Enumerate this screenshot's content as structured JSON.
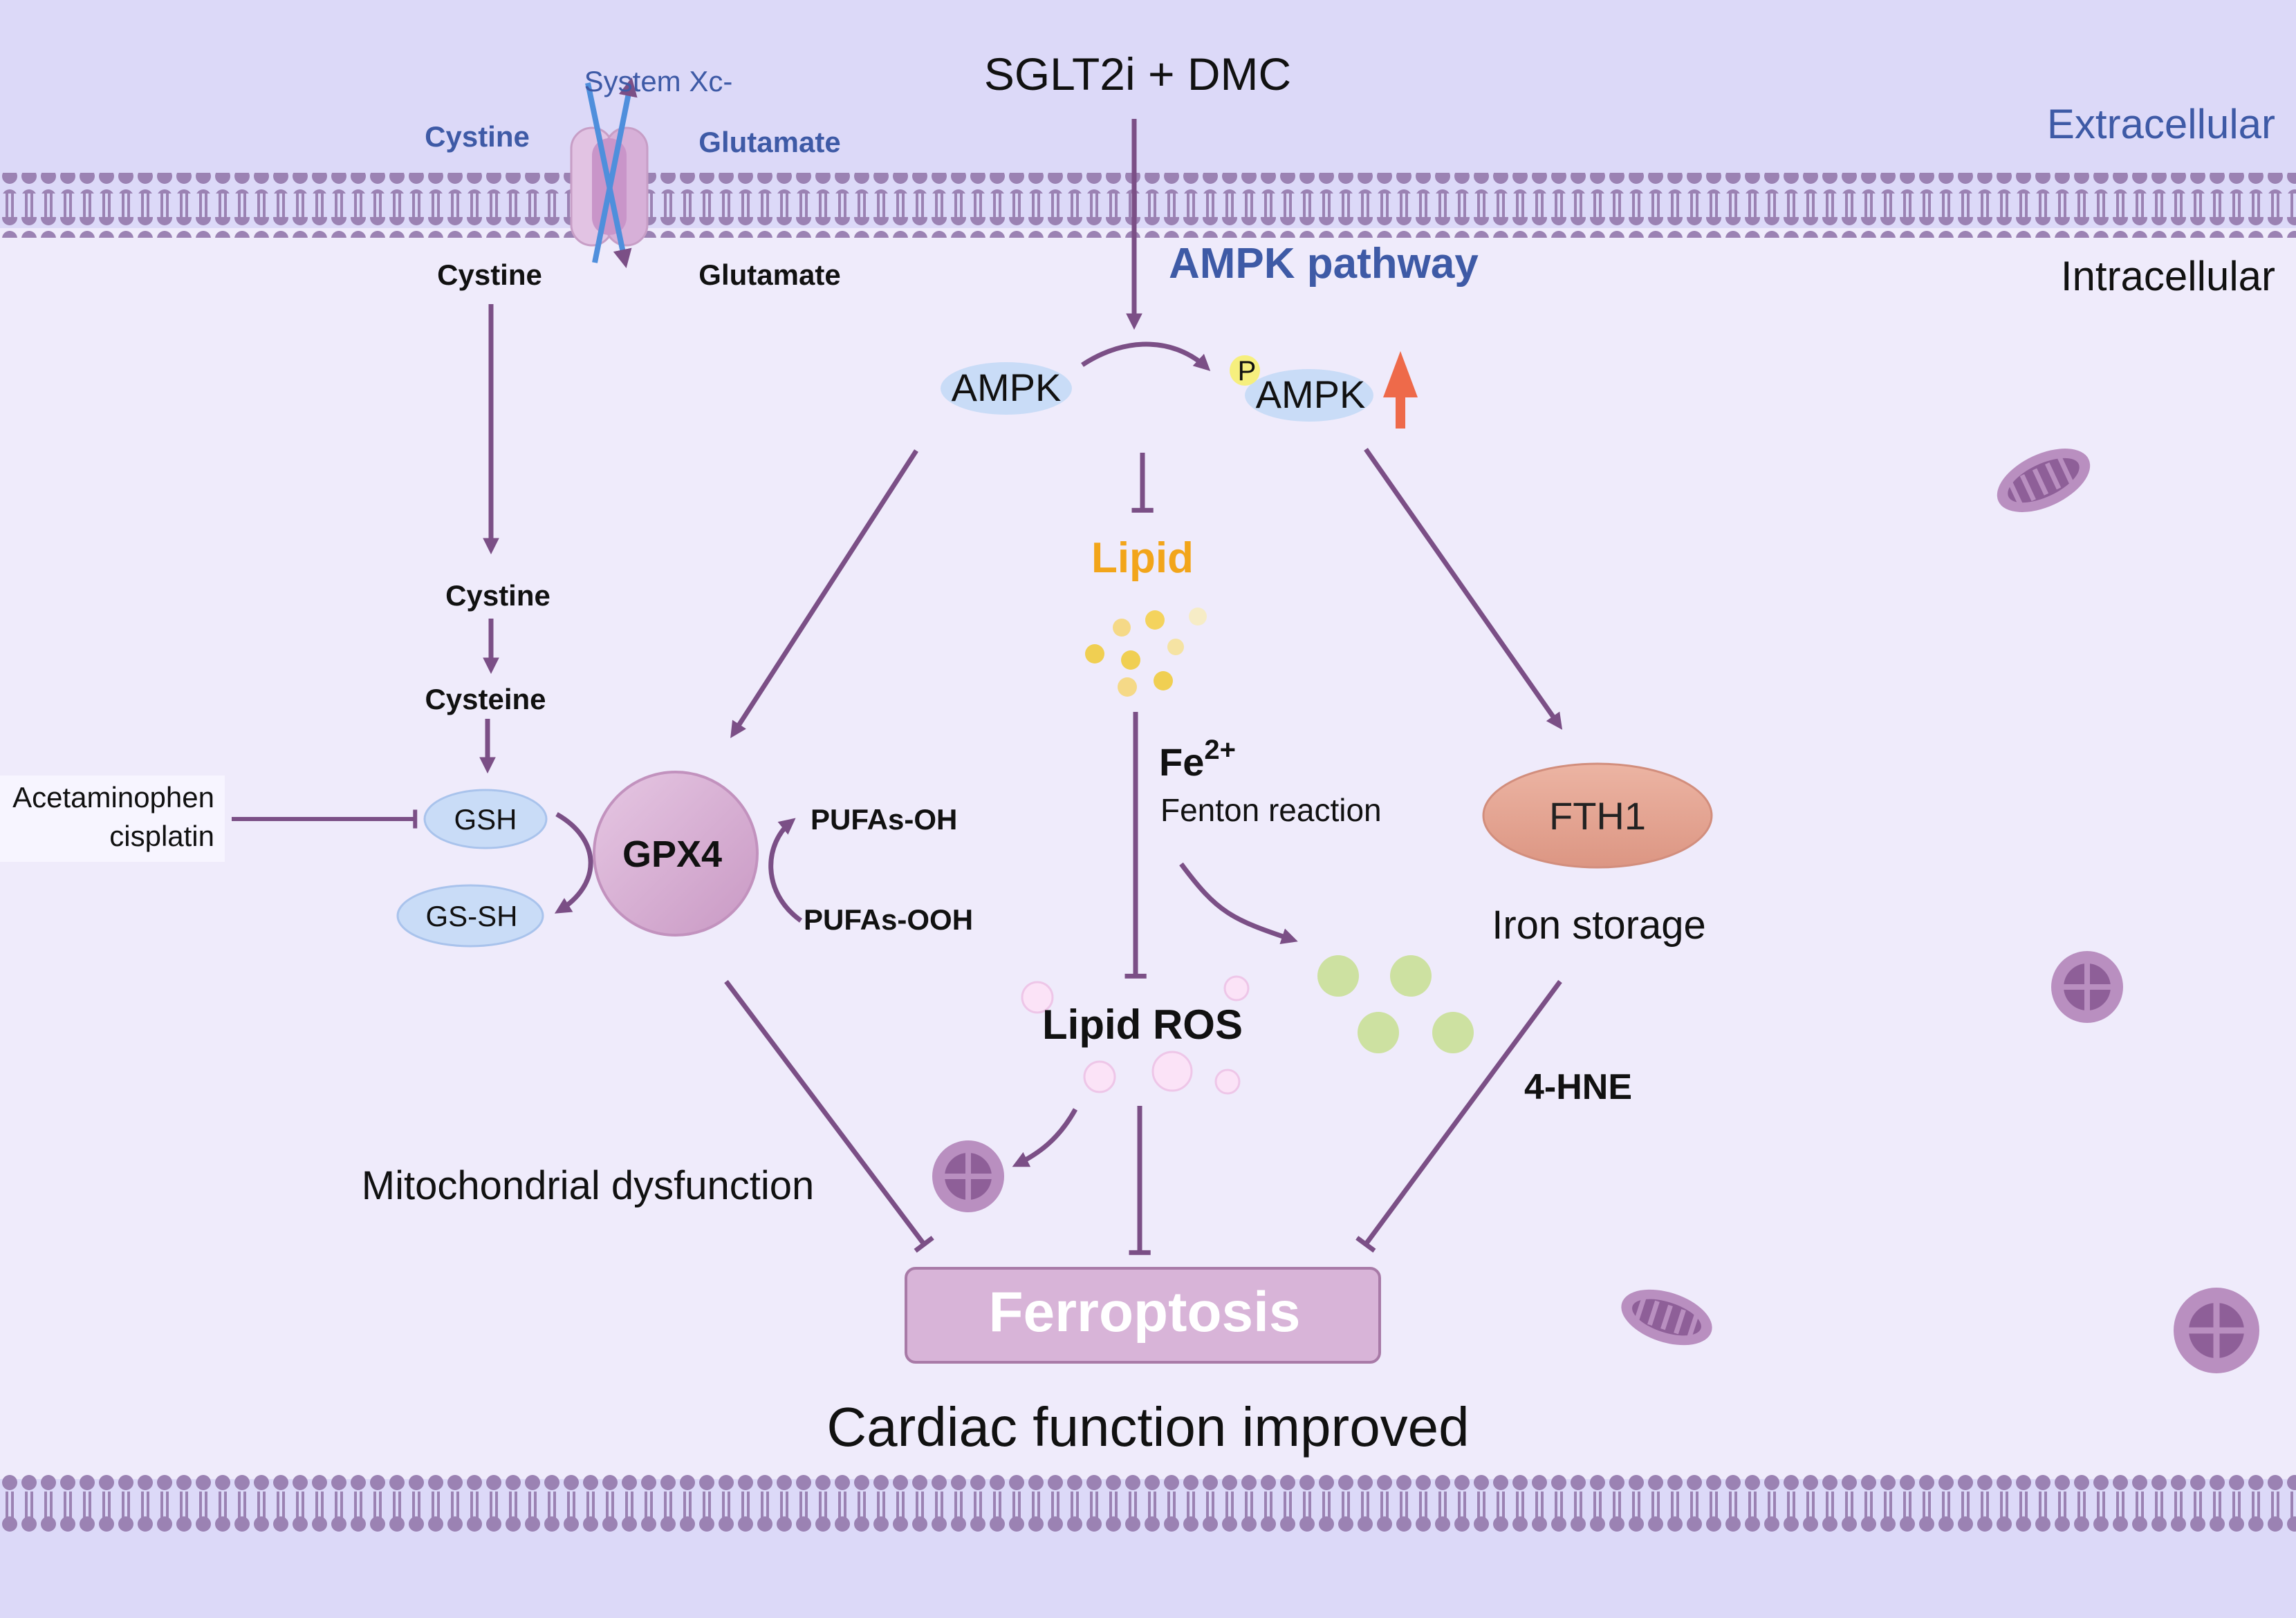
{
  "header": {
    "drug": "SGLT2i + DMC",
    "extracellular": "Extracellular",
    "intracellular": "Intracellular",
    "pathway": "AMPK pathway"
  },
  "transporter": {
    "name": "System Xc-",
    "cystine_out": "Cystine",
    "glutamate_out": "Glutamate",
    "cystine_in": "Cystine",
    "glutamate_in": "Glutamate"
  },
  "left_chain": {
    "cystine": "Cystine",
    "cysteine": "Cysteine",
    "gsh": "GSH",
    "gssh": "GS-SH",
    "inhibitor_line1": "Acetaminophen",
    "inhibitor_line2": "cisplatin"
  },
  "gpx4": {
    "label": "GPX4",
    "pufa_oh": "PUFAs-OH",
    "pufa_ooh": "PUFAs-OOH"
  },
  "ampk": {
    "ampk": "AMPK",
    "p": "P",
    "pampk": "AMPK"
  },
  "center": {
    "lipid": "Lipid",
    "fe": "Fe",
    "fe_sup": "2+",
    "fenton": "Fenton reaction",
    "lipid_ros": "Lipid ROS",
    "mito_dysfunction": "Mitochondrial dysfunction"
  },
  "right": {
    "fth1": "FTH1",
    "iron_storage": "Iron storage",
    "hne": "4-HNE"
  },
  "outcome": {
    "ferroptosis": "Ferroptosis",
    "cardiac": "Cardiac function improved"
  },
  "colors": {
    "background": "#dcd9f8",
    "cell": "#efebfb",
    "membrane": "#9b82b3",
    "arrow": "#7b4f86",
    "blue_text": "#3e5aa6",
    "lipid": "#f2a51a",
    "ellipse_blue": "#c9dcf7",
    "gpx4": "#d9b3d6",
    "fth1": "#e5a18f",
    "ferroptosis_box": "#d8b4d8",
    "up_arrow": "#ee6a4a"
  }
}
